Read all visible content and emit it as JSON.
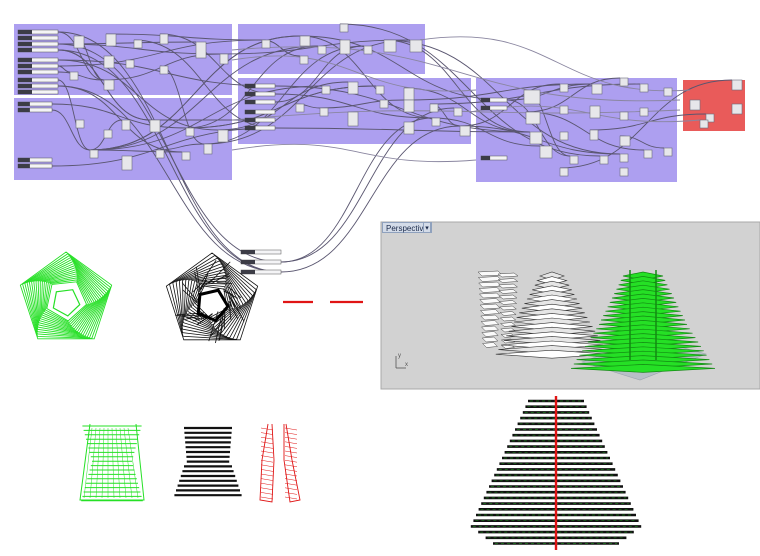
{
  "viewport": {
    "label": "Perspective",
    "menu_glyph": "▾",
    "axis_x": "x",
    "axis_y": "y"
  },
  "colors": {
    "group_purple": "#ad9ff0",
    "cluster_red": "#e95b5a",
    "component_fill": "#e7e7ea",
    "wire": "#5a5670",
    "viewport_bg": "#d2d2d2",
    "highlight_green": "#25e025",
    "red_line": "#e01515"
  }
}
